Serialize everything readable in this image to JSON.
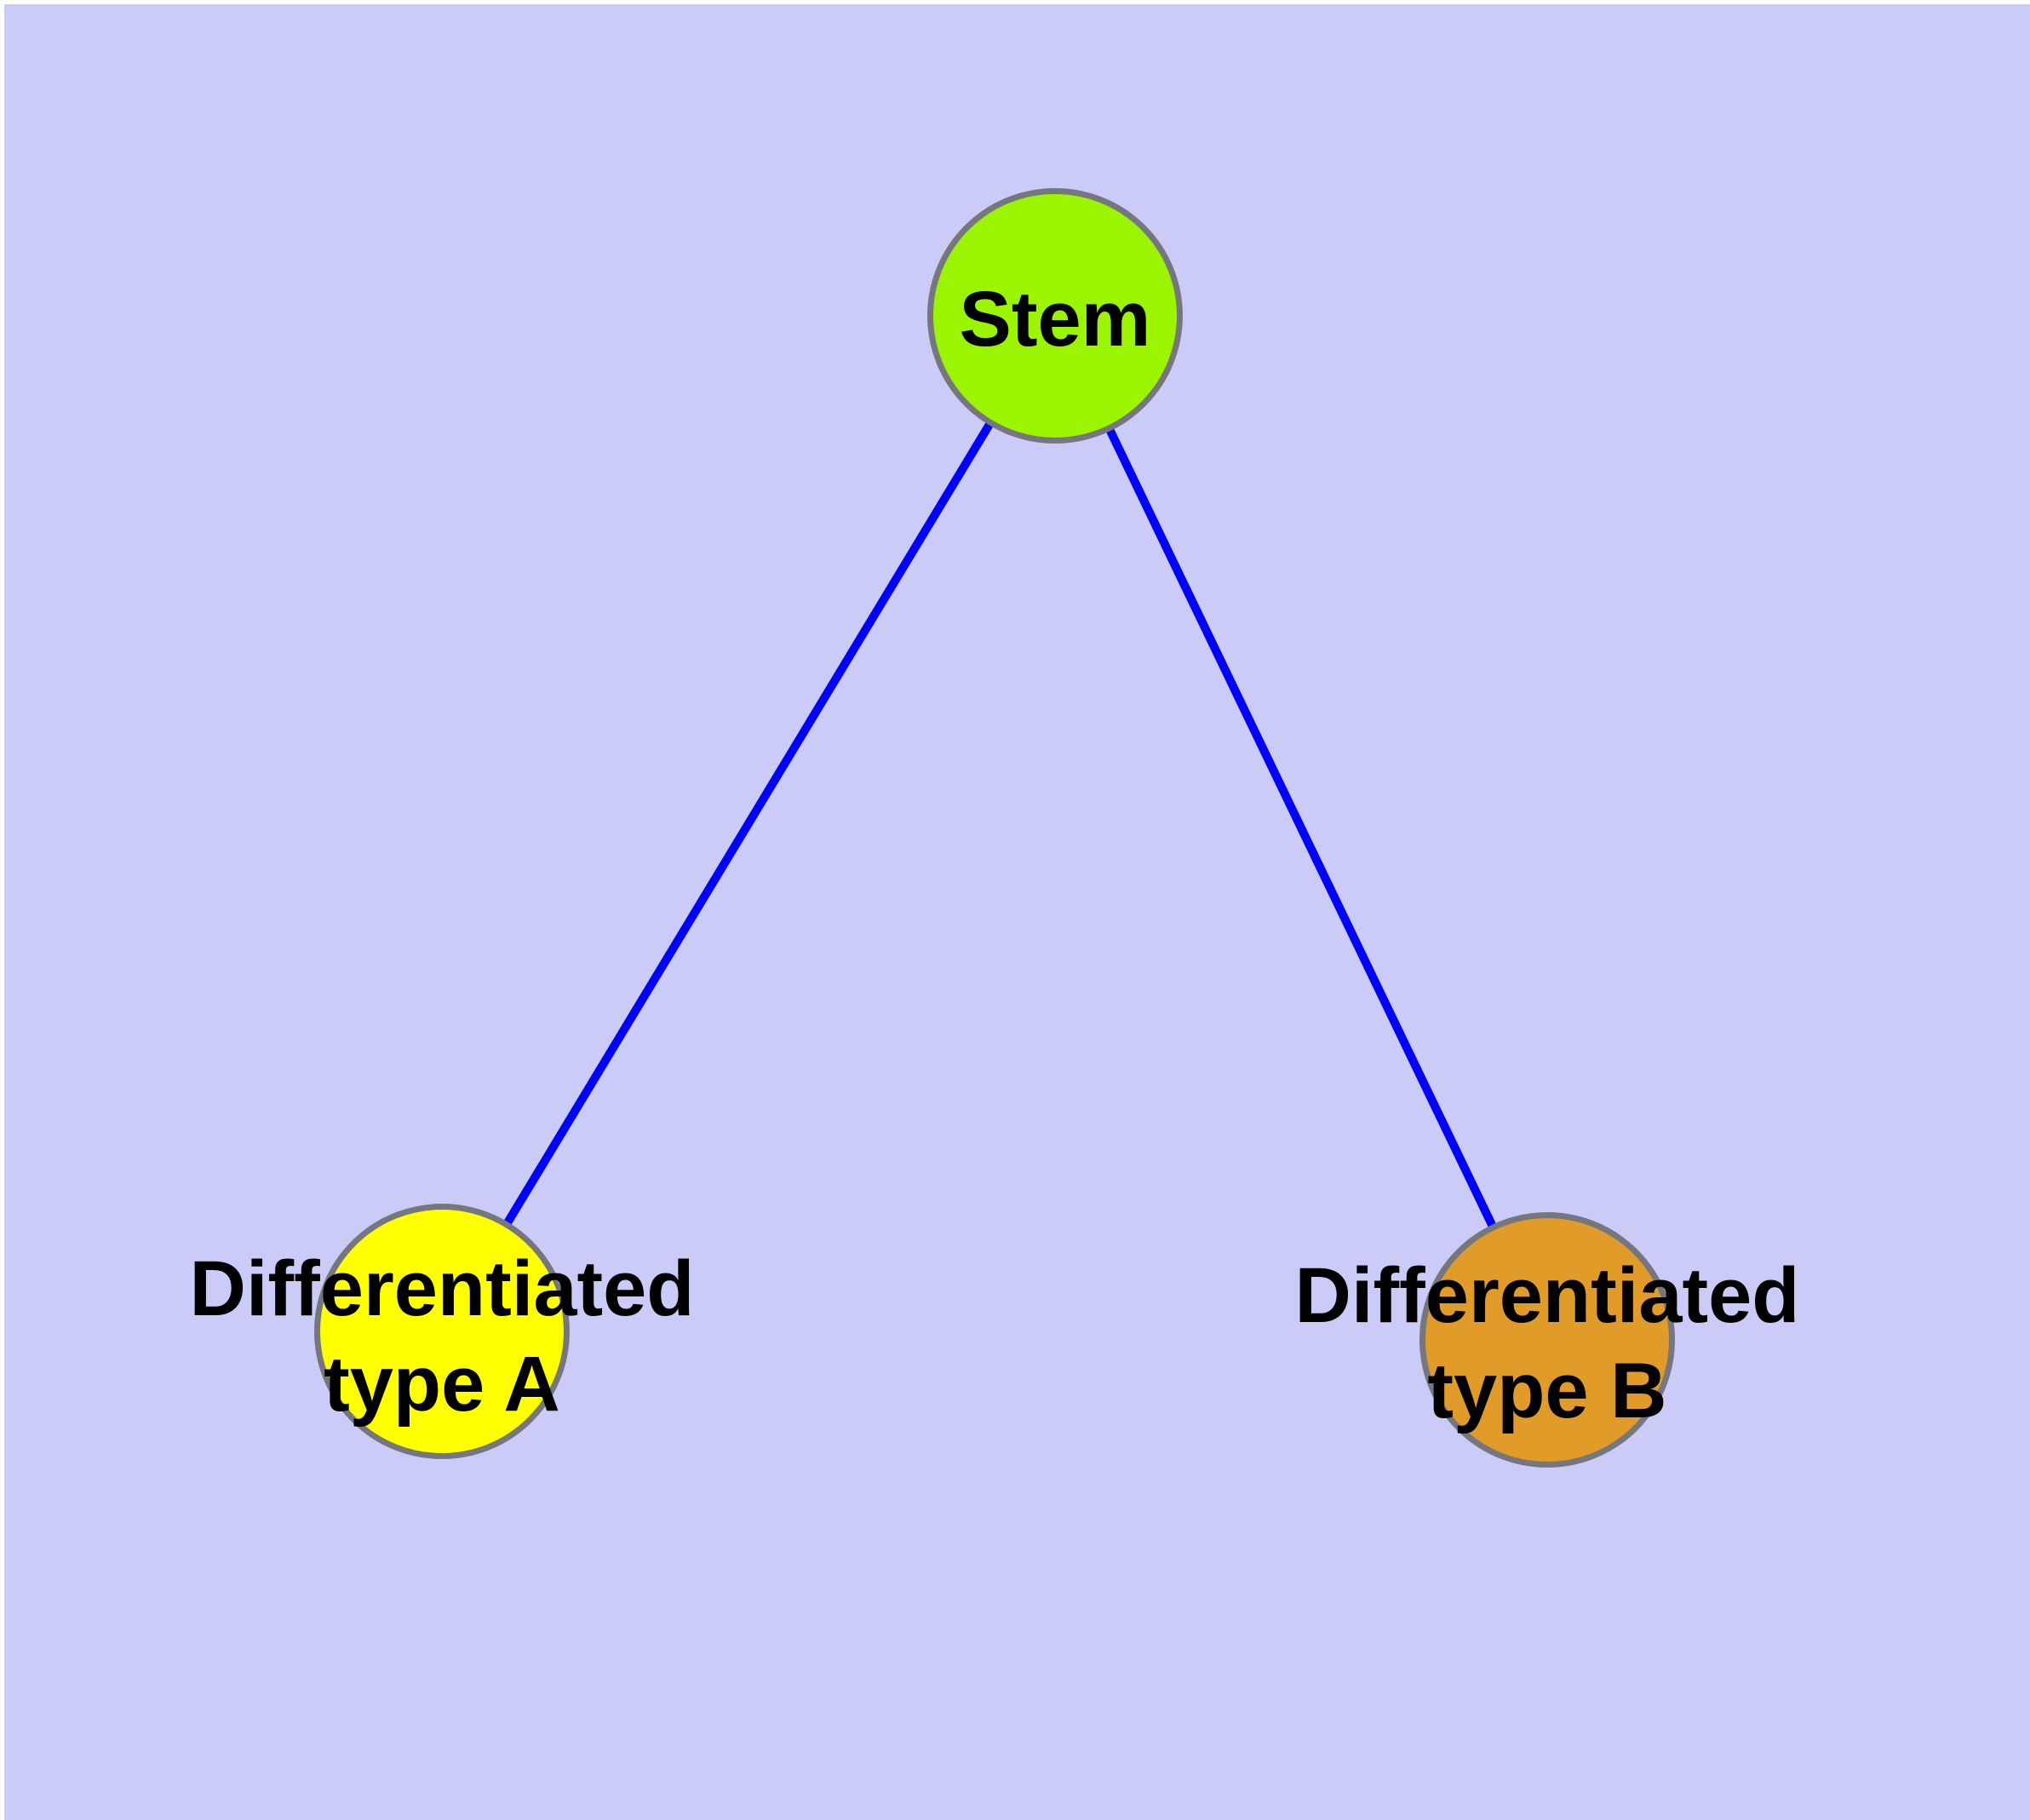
{
  "canvas": {
    "background_color": "#cbcbf8",
    "frame_color": "#ffffff"
  },
  "node_style": {
    "border_color": "#76767e",
    "text_color": "#000000"
  },
  "edge_style": {
    "color": "#0000ff"
  },
  "nodes": [
    {
      "id": "stem",
      "label": "Stem",
      "label_lines": [
        "Stem"
      ],
      "color": "#9cf500"
    },
    {
      "id": "differentiated-type-a",
      "label": "Differentiated type A",
      "label_lines": [
        "Differentiated",
        "type A"
      ],
      "color": "#ffff00"
    },
    {
      "id": "differentiated-type-b",
      "label": "Differentiated type B",
      "label_lines": [
        "Differentiated",
        "type B"
      ],
      "color": "#e09b28"
    }
  ],
  "edges": [
    {
      "from": "stem",
      "to": "differentiated-type-a"
    },
    {
      "from": "stem",
      "to": "differentiated-type-b"
    }
  ]
}
